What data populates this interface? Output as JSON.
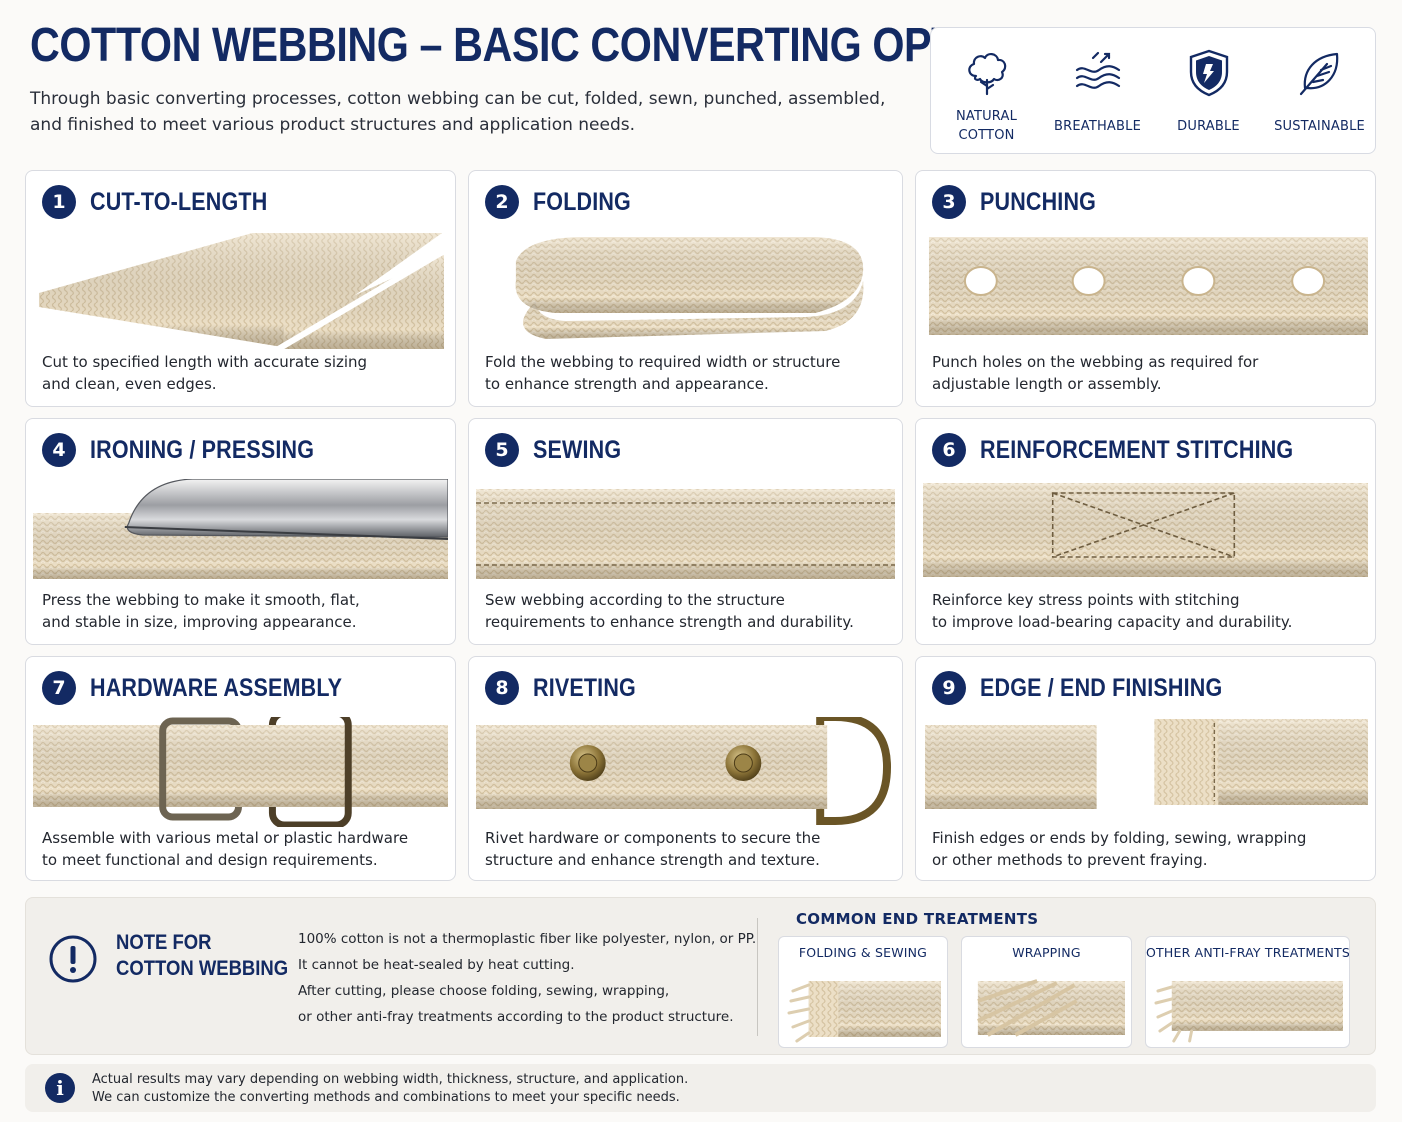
{
  "header": {
    "title": "COTTON WEBBING – BASIC CONVERTING OPTIONS",
    "subtitle_line1": "Through basic converting processes, cotton webbing can be cut, folded, sewn, punched, assembled,",
    "subtitle_line2": "and finished to meet various product structures and application needs."
  },
  "features": [
    {
      "icon": "cotton-icon",
      "label": "NATURAL COTTON"
    },
    {
      "icon": "wind-icon",
      "label": "BREATHABLE"
    },
    {
      "icon": "shield-icon",
      "label": "DURABLE"
    },
    {
      "icon": "leaf-icon",
      "label": "SUSTAINABLE"
    }
  ],
  "cards": [
    {
      "num": "1",
      "title": "CUT-TO-LENGTH",
      "desc1": "Cut to specified length with accurate sizing",
      "desc2": "and clean, even edges."
    },
    {
      "num": "2",
      "title": "FOLDING",
      "desc1": "Fold the webbing to required width or structure",
      "desc2": "to enhance strength and appearance."
    },
    {
      "num": "3",
      "title": "PUNCHING",
      "desc1": "Punch holes on the webbing as required for",
      "desc2": "adjustable length or assembly."
    },
    {
      "num": "4",
      "title": "IRONING / PRESSING",
      "desc1": "Press the webbing to make it smooth, flat,",
      "desc2": "and stable in size, improving appearance."
    },
    {
      "num": "5",
      "title": "SEWING",
      "desc1": "Sew webbing according to the structure",
      "desc2": "requirements to enhance strength and durability."
    },
    {
      "num": "6",
      "title": "REINFORCEMENT STITCHING",
      "desc1": "Reinforce key stress points with stitching",
      "desc2": "to improve load-bearing capacity and durability."
    },
    {
      "num": "7",
      "title": "HARDWARE ASSEMBLY",
      "desc1": "Assemble with various metal or plastic hardware",
      "desc2": "to meet functional and design requirements."
    },
    {
      "num": "8",
      "title": "RIVETING",
      "desc1": "Rivet hardware or components to secure the",
      "desc2": "structure and enhance strength and texture."
    },
    {
      "num": "9",
      "title": "EDGE / END FINISHING",
      "desc1": "Finish edges or ends by folding, sewing, wrapping",
      "desc2": "or other methods to prevent fraying."
    }
  ],
  "note": {
    "title_line1": "NOTE FOR",
    "title_line2": "COTTON WEBBING",
    "lines": [
      "100% cotton is not a thermoplastic fiber like polyester, nylon, or PP.",
      "It cannot be heat-sealed by heat cutting.",
      "After cutting, please choose folding, sewing, wrapping,",
      "or other anti-fray treatments according to the product structure."
    ]
  },
  "treatments": {
    "title": "COMMON END TREATMENTS",
    "items": [
      "FOLDING & SEWING",
      "WRAPPING",
      "OTHER ANTI-FRAY TREATMENTS"
    ]
  },
  "footer": {
    "line1": "Actual results may vary depending on webbing width, thickness, structure, and application.",
    "line2": "We can customize the converting methods and combinations to meet your specific needs."
  },
  "colors": {
    "navy": "#132a63",
    "webbing": "#eadcc2",
    "background": "#fbfaf8"
  }
}
